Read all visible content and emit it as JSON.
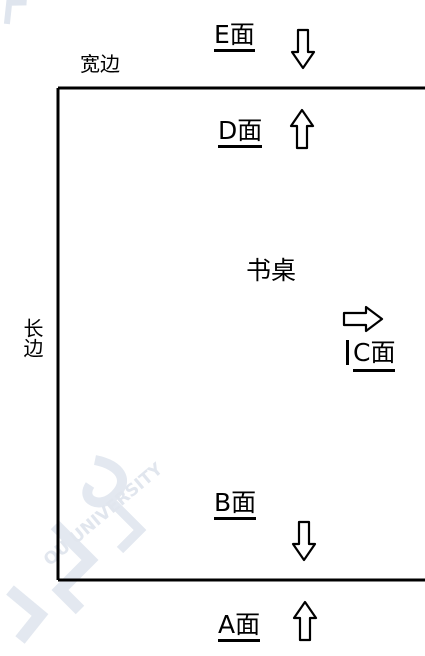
{
  "labels": {
    "wide_edge": "宽边",
    "long_edge": "长边",
    "desk": "书桌",
    "face_a": "A面",
    "face_b": "B面",
    "face_c": "C面",
    "face_d": "D面",
    "face_e": "E面"
  },
  "arrows": {
    "e": "down",
    "d": "up",
    "c": "right",
    "b": "down",
    "a": "up"
  },
  "watermark": {
    "text": "OU UNIVERSITY"
  }
}
